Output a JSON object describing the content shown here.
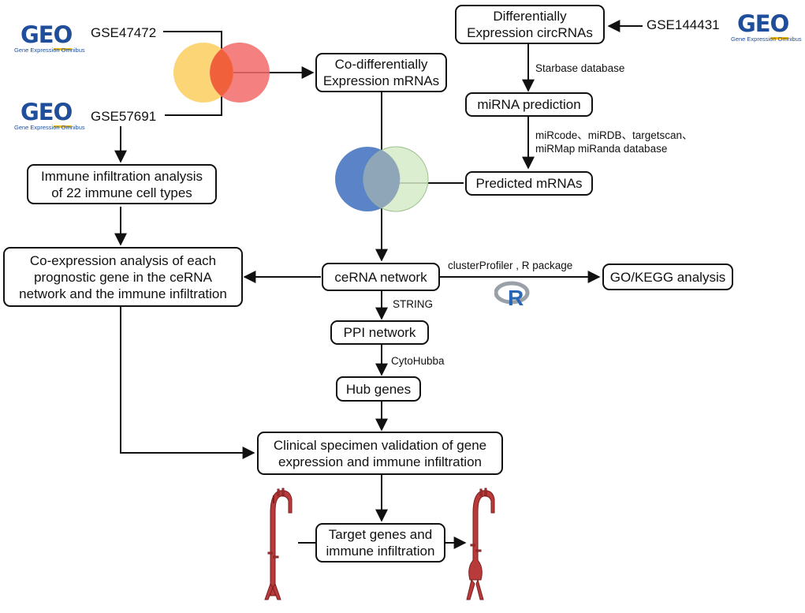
{
  "datasets": {
    "gse47472": "GSE47472",
    "gse57691": "GSE57691",
    "gse144431": "GSE144431"
  },
  "geo_logo": {
    "mark": "GEO",
    "subtitle": "Gene Expression Omnibus",
    "icon": "geo-logo"
  },
  "boxes": {
    "diff_circ_line1": "Differentially",
    "diff_circ_line2": "Expression circRNAs",
    "co_diff_line1": "Co-differentially",
    "co_diff_line2": "Expression mRNAs",
    "mirna_pred": "miRNA prediction",
    "pred_mrna": "Predicted mRNAs",
    "immune_line1": "Immune infiltration analysis",
    "immune_line2": "of 22 immune cell types",
    "coexp_line1": "Co-expression analysis of each",
    "coexp_line2": "prognostic gene in the ceRNA",
    "coexp_line3": "network and the immune infiltration",
    "cerna": "ceRNA network",
    "gokegg": "GO/KEGG analysis",
    "ppi": "PPI network",
    "hub": "Hub genes",
    "clinical_line1": "Clinical specimen validation of  gene",
    "clinical_line2": "expression and immune infiltration",
    "target_line1": "Target genes and",
    "target_line2": "immune infiltration"
  },
  "annotations": {
    "starbase": "Starbase database",
    "mirdb_line1": "miRcode、miRDB、targetscan、",
    "mirdb_line2": "miRMap miRanda database",
    "cluster": "clusterProfiler , R package",
    "string": "STRING",
    "cytohubba": "CytoHubba"
  },
  "r_logo": {
    "letter": "R",
    "icon": "r-logo"
  },
  "colors": {
    "venn1_left": "#fcd577",
    "venn1_right": "#f26a6a",
    "venn1_overlap": "#f0603a",
    "venn2_left": "#5b84c8",
    "venn2_right": "#d5ecc8",
    "venn2_overlap": "#8fa6b8",
    "aorta": "#b83a3a",
    "geo_blue": "#1f4f9c",
    "geo_yellow": "#f5b800"
  }
}
